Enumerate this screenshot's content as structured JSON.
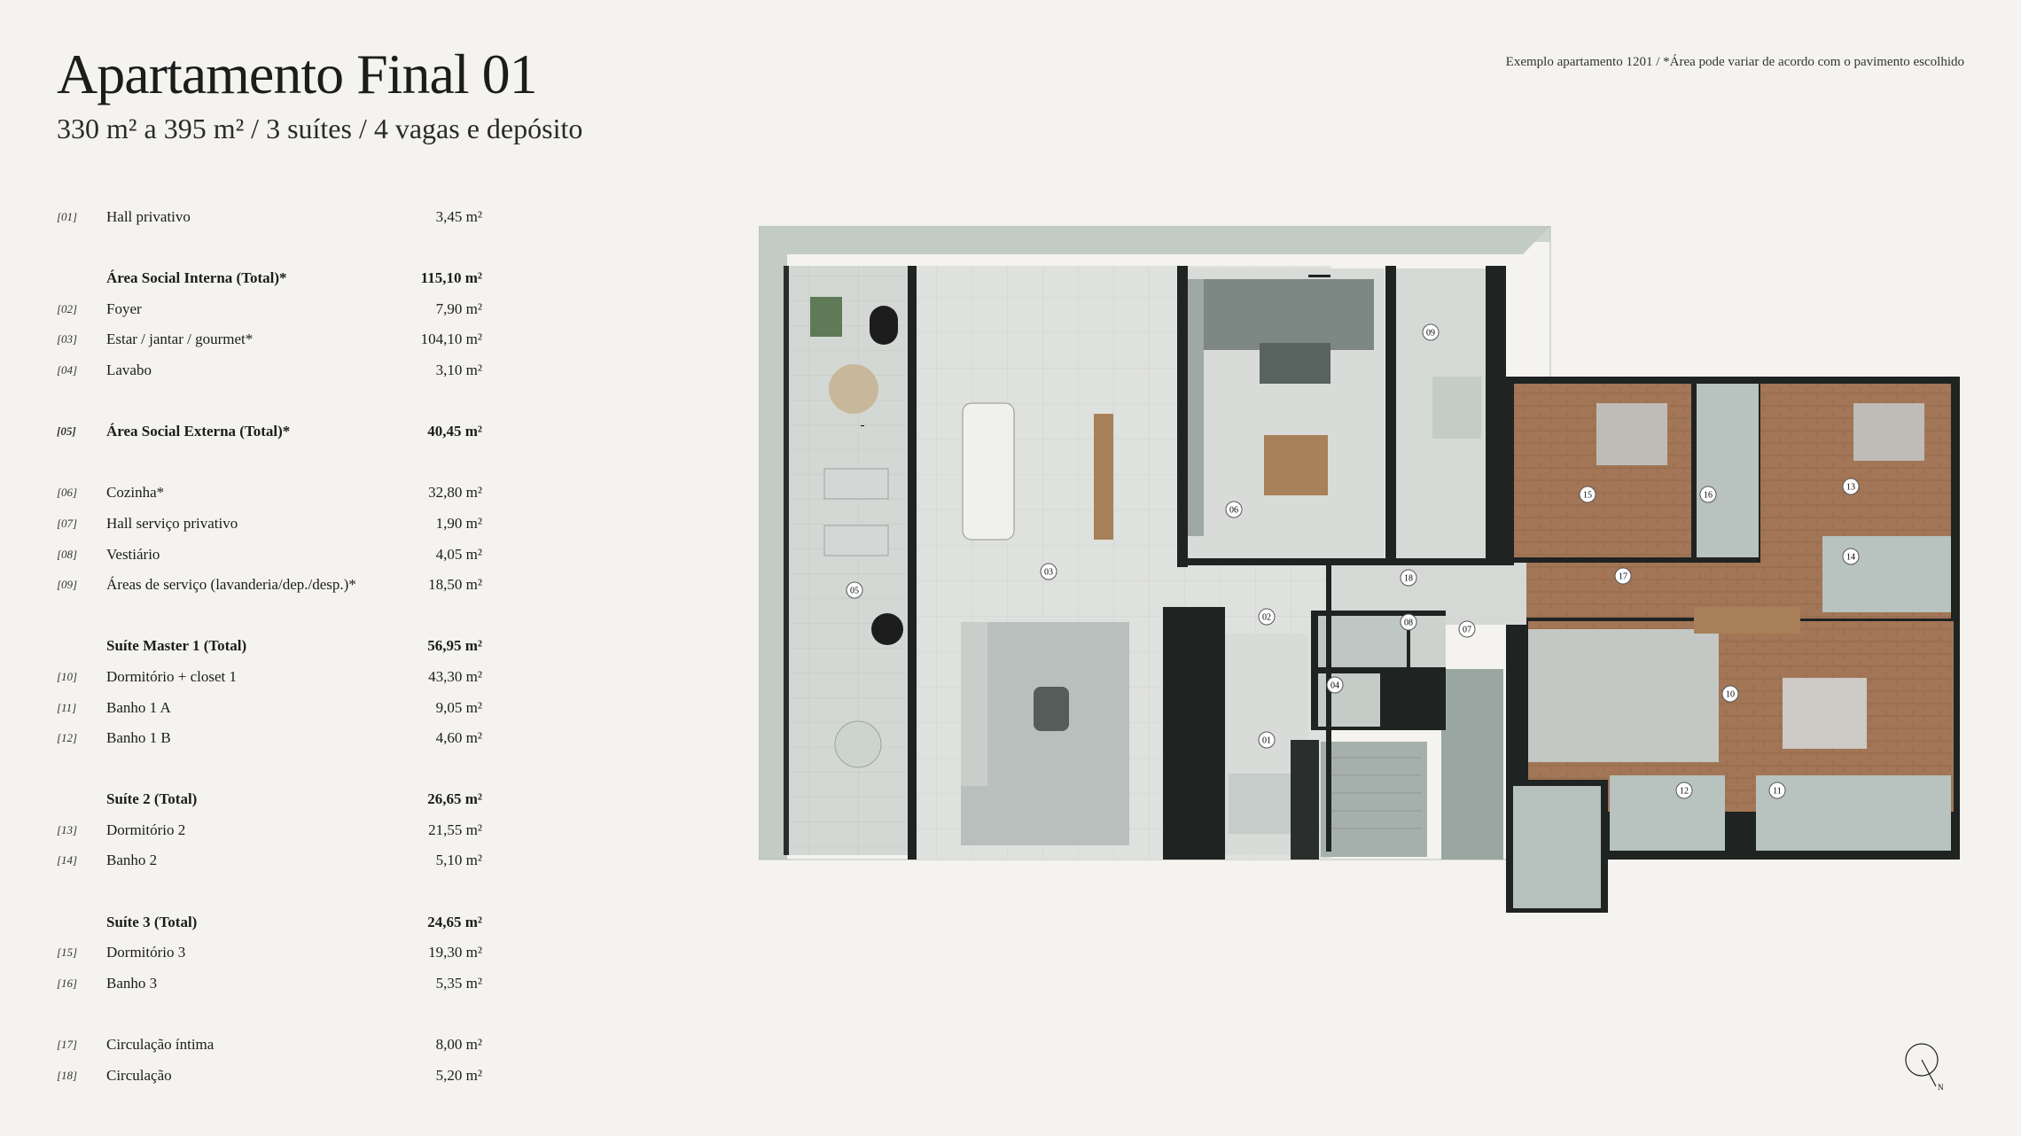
{
  "header": {
    "title": "Apartamento Final 01",
    "subtitle": "330 m² a 395 m² / 3 suítes / 4 vagas e depósito",
    "note": "Exemplo apartamento 1201 /  *Área pode variar de acordo com o pavimento escolhido"
  },
  "areas": {
    "r01": {
      "code": "[01]",
      "label": "Hall privativo",
      "value": "3,45 m²"
    },
    "t_social_int": {
      "label": "Área Social Interna (Total)*",
      "value": "115,10 m²"
    },
    "r02": {
      "code": "[02]",
      "label": "Foyer",
      "value": "7,90 m²"
    },
    "r03": {
      "code": "[03]",
      "label": "Estar / jantar / gourmet*",
      "value": "104,10 m²"
    },
    "r04": {
      "code": "[04]",
      "label": "Lavabo",
      "value": "3,10 m²"
    },
    "r05": {
      "code": "[05]",
      "label": "Área Social Externa (Total)*",
      "value": "40,45 m²"
    },
    "r06": {
      "code": "[06]",
      "label": "Cozinha*",
      "value": "32,80 m²"
    },
    "r07": {
      "code": "[07]",
      "label": "Hall serviço privativo",
      "value": "1,90 m²"
    },
    "r08": {
      "code": "[08]",
      "label": "Vestiário",
      "value": "4,05 m²"
    },
    "r09": {
      "code": "[09]",
      "label": "Áreas de serviço (lavanderia/dep./desp.)*",
      "value": "18,50 m²"
    },
    "t_suite1": {
      "label": "Suíte Master 1 (Total)",
      "value": "56,95 m²"
    },
    "r10": {
      "code": "[10]",
      "label": "Dormitório + closet 1",
      "value": "43,30 m²"
    },
    "r11": {
      "code": "[11]",
      "label": "Banho 1 A",
      "value": "9,05 m²"
    },
    "r12": {
      "code": "[12]",
      "label": "Banho 1 B",
      "value": "4,60 m²"
    },
    "t_suite2": {
      "label": "Suíte 2 (Total)",
      "value": "26,65 m²"
    },
    "r13": {
      "code": "[13]",
      "label": "Dormitório 2",
      "value": "21,55 m²"
    },
    "r14": {
      "code": "[14]",
      "label": "Banho 2",
      "value": "5,10 m²"
    },
    "t_suite3": {
      "label": "Suíte 3 (Total)",
      "value": "24,65 m²"
    },
    "r15": {
      "code": "[15]",
      "label": "Dormitório 3",
      "value": "19,30 m²"
    },
    "r16": {
      "code": "[16]",
      "label": "Banho 3",
      "value": "5,35 m²"
    },
    "r17": {
      "code": "[17]",
      "label": "Circulação íntima",
      "value": "8,00 m²"
    },
    "r18": {
      "code": "[18]",
      "label": "Circulação",
      "value": "5,20 m²"
    }
  },
  "plan_labels": {
    "n01": "01",
    "n02": "02",
    "n03": "03",
    "n04": "04",
    "n05": "05",
    "n06": "06",
    "n07": "07",
    "n08": "08",
    "n09": "09",
    "n10": "10",
    "n11": "11",
    "n12": "12",
    "n13": "13",
    "n14": "14",
    "n15": "15",
    "n16": "16",
    "n17": "17",
    "n18": "18"
  },
  "compass": {
    "north_letter": "N"
  },
  "colors": {
    "background": "#f4f3f0",
    "wall": "#1f2322",
    "floor_light": "#dcdedb",
    "terrace": "#cdd3cf",
    "wood": "#a27656",
    "wet_area": "#b8c2be"
  }
}
